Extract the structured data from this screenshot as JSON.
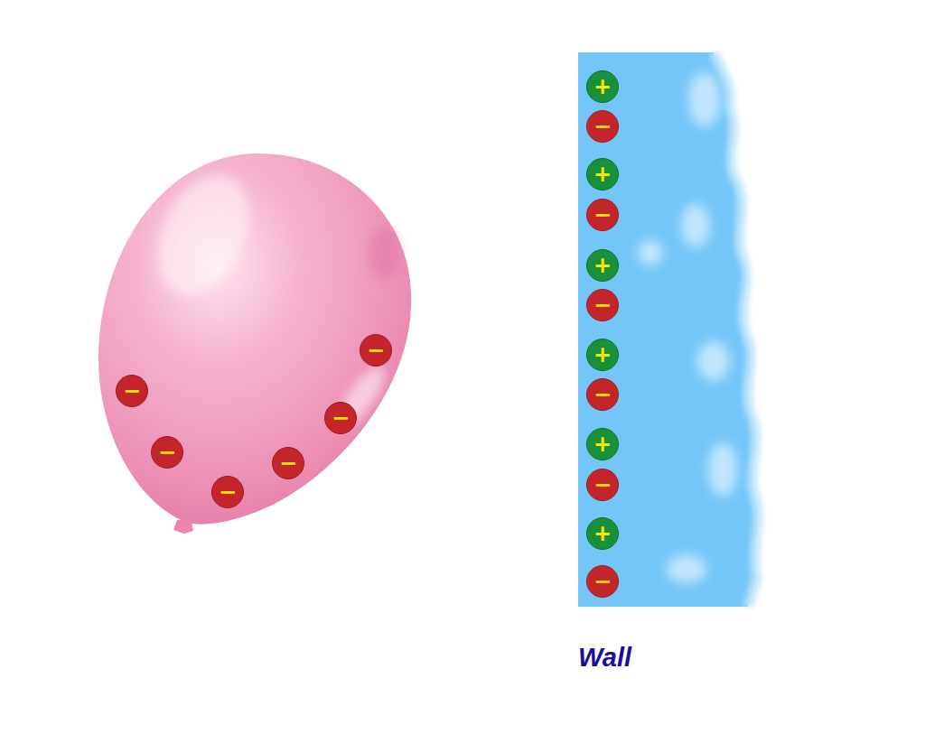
{
  "diagram": {
    "nodes": [
      {
        "text": [
          "−"
        ]
      },
      {
        "text": [
          "−"
        ]
      },
      {
        "text": [
          "−"
        ]
      },
      {
        "text": [
          "−"
        ]
      },
      {
        "text": [
          "−"
        ]
      },
      {
        "text": [
          "−"
        ]
      },
      {
        "text": [
          "+"
        ]
      },
      {
        "text": [
          "−"
        ]
      },
      {
        "text": [
          "+"
        ]
      },
      {
        "text": [
          "−"
        ]
      },
      {
        "text": [
          "+"
        ]
      },
      {
        "text": [
          "−"
        ]
      },
      {
        "text": [
          "+"
        ]
      },
      {
        "text": [
          "−"
        ]
      },
      {
        "text": [
          "+"
        ]
      },
      {
        "text": [
          "−"
        ]
      },
      {
        "text": [
          "+"
        ]
      },
      {
        "text": [
          "−"
        ]
      }
    ],
    "labels": [
      "Wall"
    ]
  }
}
